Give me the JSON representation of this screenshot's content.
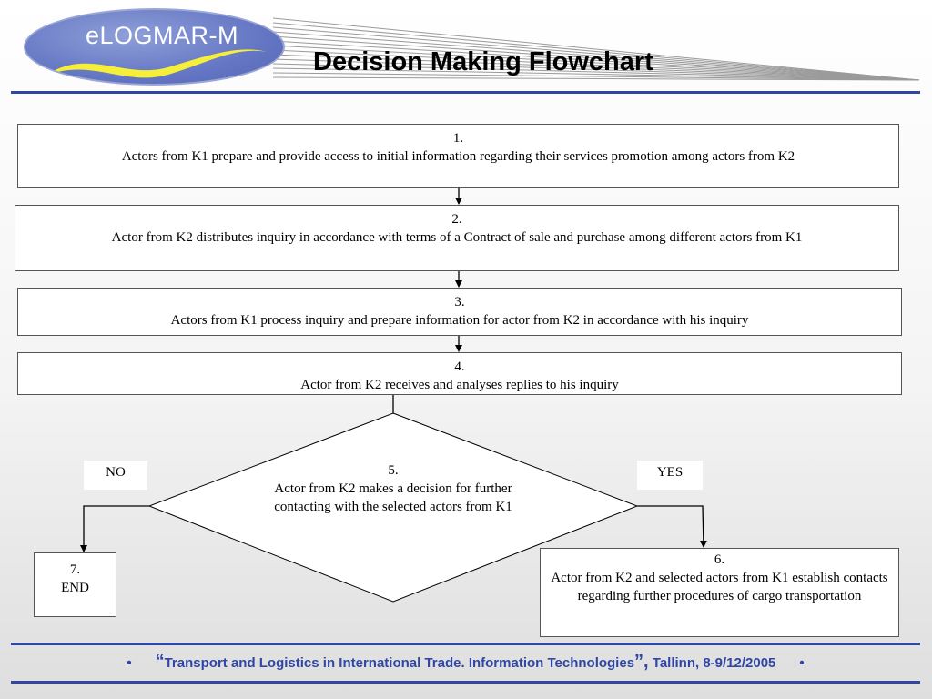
{
  "header": {
    "logo_text": "eLOGMAR-M",
    "title": "Decision Making Flowchart"
  },
  "steps": {
    "s1": {
      "num": "1.",
      "text": "Actors from K1 prepare and provide access to initial information regarding their services promotion among actors from K2"
    },
    "s2": {
      "num": "2.",
      "text": "Actor from K2 distributes inquiry in accordance with terms of a Contract of sale and purchase among different actors from K1"
    },
    "s3": {
      "num": "3.",
      "text": "Actors from K1 process inquiry and prepare information for actor from K2 in accordance with his inquiry"
    },
    "s4": {
      "num": "4.",
      "text": "Actor from K2 receives and analyses replies to his inquiry"
    },
    "s5": {
      "num": "5.",
      "text": "Actor from K2 makes a decision for further contacting with the selected actors from K1"
    },
    "s6": {
      "num": "6.",
      "text": "Actor from K2 and selected actors from K1 establish contacts regarding further procedures of cargo transportation"
    },
    "s7": {
      "num": "7.",
      "text": "END"
    }
  },
  "branches": {
    "no": "NO",
    "yes": "YES"
  },
  "footer": {
    "bullet": "•",
    "open_quote": "“",
    "close_quote": "”,",
    "conference": "Transport and Logistics in International Trade. Information Technologies",
    "place_date": "Tallinn, 8-9/12/2005"
  },
  "colors": {
    "rule": "#2f46a6",
    "logo": "#6577c4",
    "swoosh": "#f5ef3a"
  }
}
